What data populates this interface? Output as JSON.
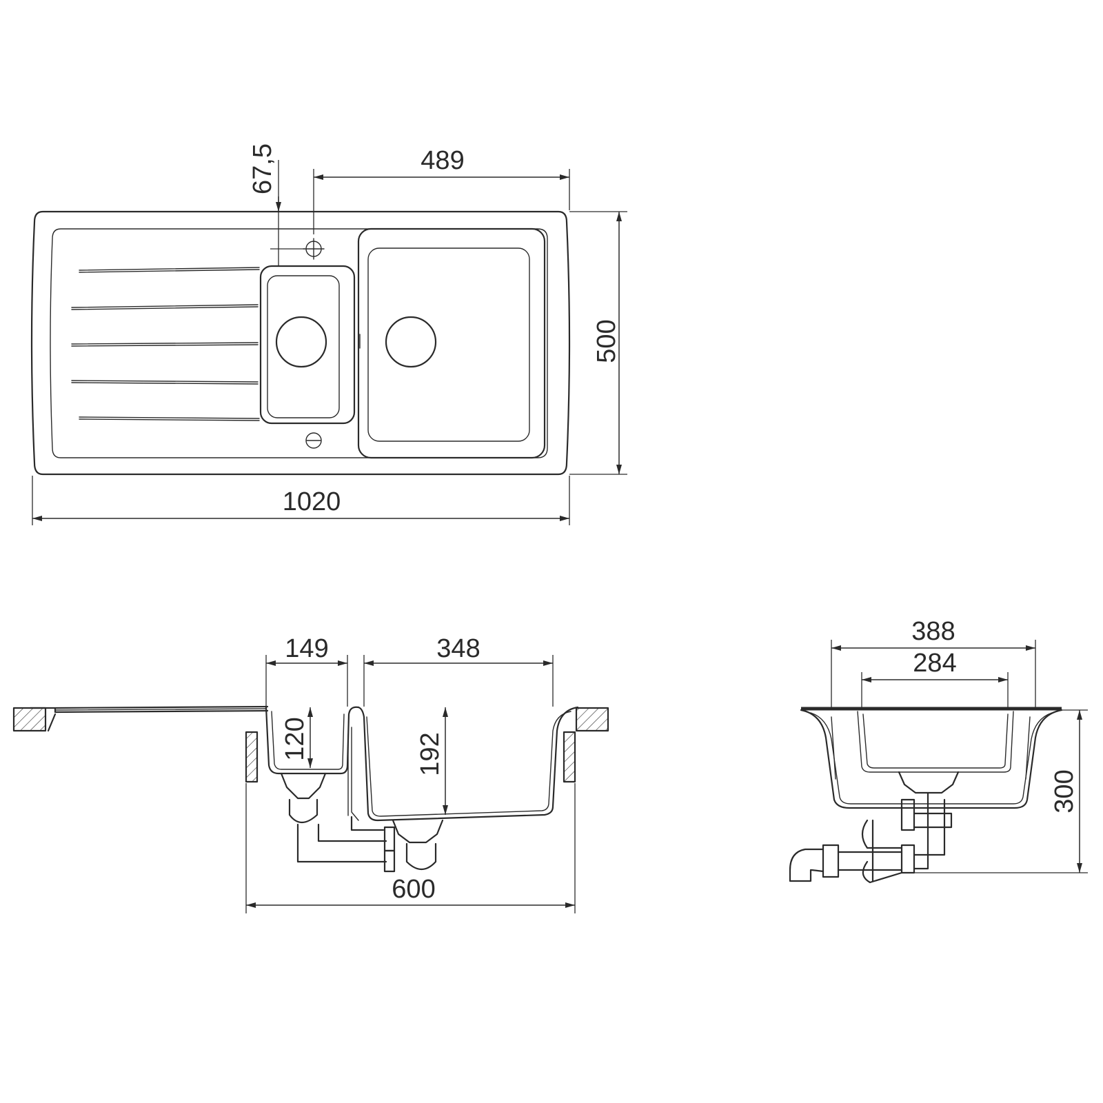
{
  "top_view": {
    "dim_overall_width": "1020",
    "dim_overall_depth": "500",
    "dim_bowl_to_edge": "489",
    "dim_tap_offset": "67,5"
  },
  "front_section": {
    "dim_small_bowl_width": "149",
    "dim_large_bowl_width": "348",
    "dim_small_bowl_depth": "120",
    "dim_large_bowl_depth": "192",
    "dim_cabinet_width": "600"
  },
  "side_section": {
    "dim_outer_width": "388",
    "dim_inner_width": "284",
    "dim_height": "300"
  },
  "colors": {
    "line": "#2a2a2a",
    "background": "#ffffff"
  }
}
